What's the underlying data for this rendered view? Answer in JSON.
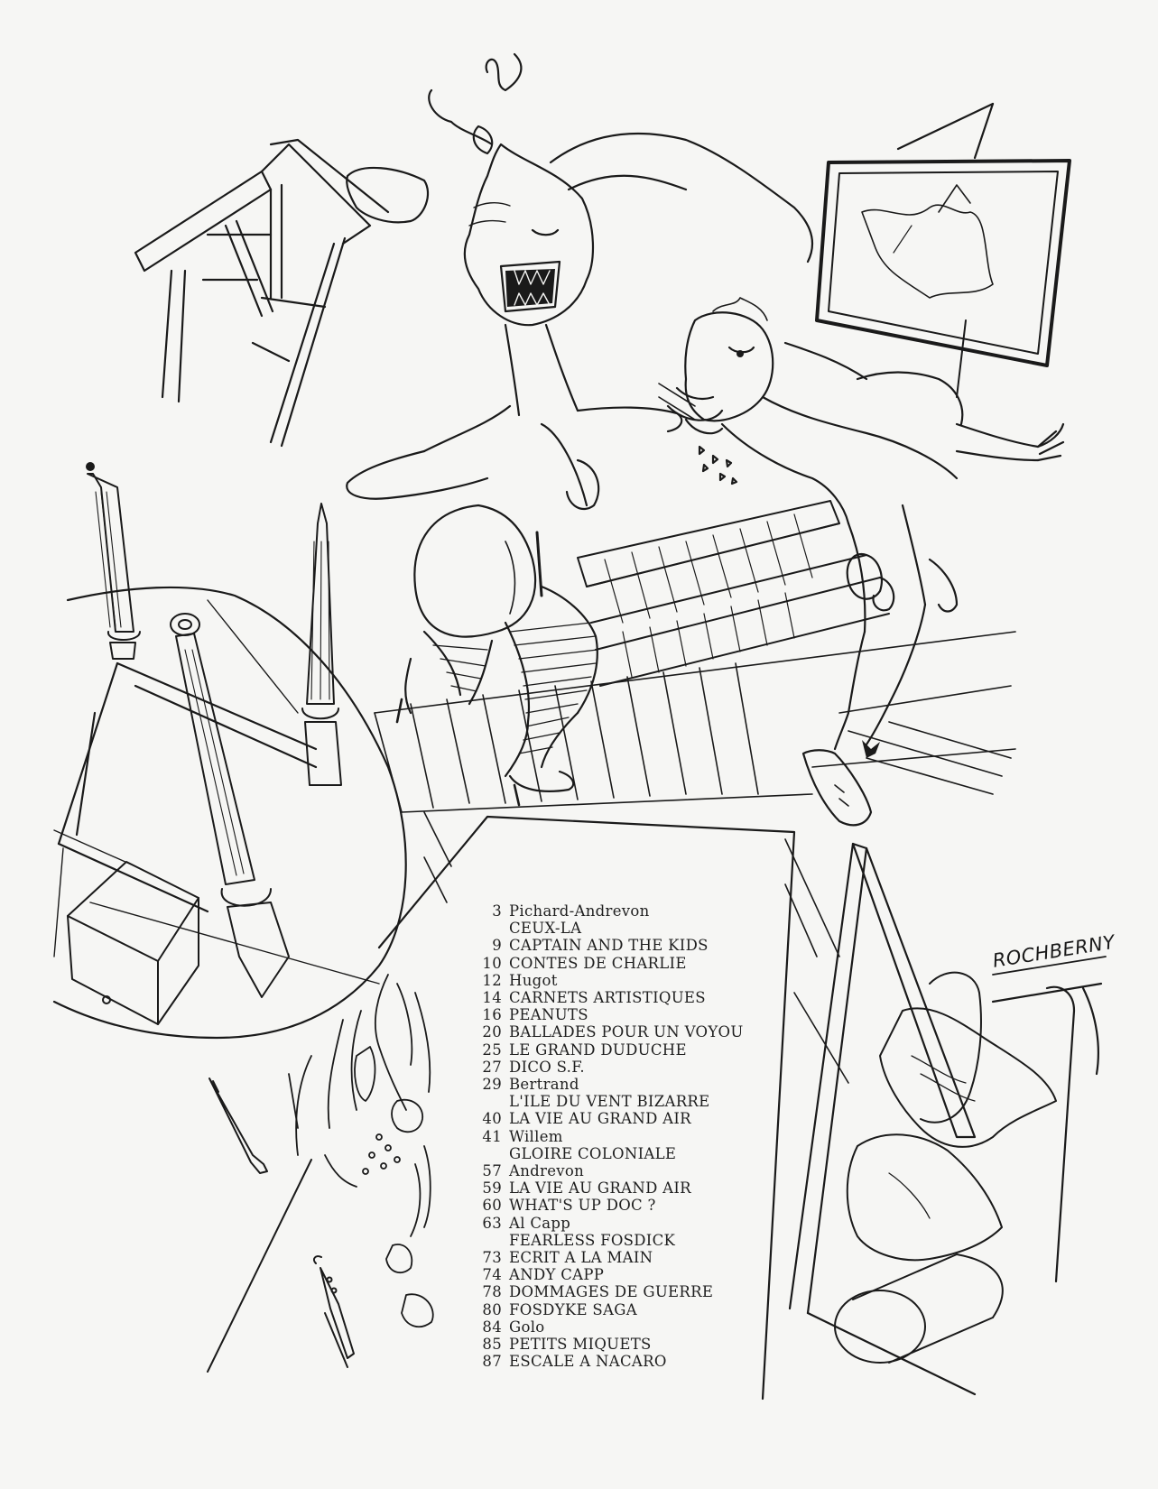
{
  "signature": "ROCHBERNY",
  "contents": [
    {
      "num": "3",
      "title": "Pichard-Andrevon"
    },
    {
      "num": "",
      "title": "CEUX-LA"
    },
    {
      "num": "9",
      "title": "CAPTAIN AND THE KIDS"
    },
    {
      "num": "10",
      "title": "CONTES DE CHARLIE"
    },
    {
      "num": "12",
      "title": "Hugot"
    },
    {
      "num": "14",
      "title": "CARNETS ARTISTIQUES"
    },
    {
      "num": "16",
      "title": "PEANUTS"
    },
    {
      "num": "20",
      "title": "BALLADES POUR UN VOYOU"
    },
    {
      "num": "25",
      "title": "LE GRAND DUDUCHE"
    },
    {
      "num": "27",
      "title": "DICO S.F."
    },
    {
      "num": "29",
      "title": "Bertrand"
    },
    {
      "num": "",
      "title": "L'ILE DU VENT BIZARRE"
    },
    {
      "num": "40",
      "title": "LA VIE AU GRAND AIR"
    },
    {
      "num": "41",
      "title": "Willem"
    },
    {
      "num": "",
      "title": "GLOIRE COLONIALE"
    },
    {
      "num": "57",
      "title": "Andrevon"
    },
    {
      "num": "59",
      "title": "LA VIE AU GRAND AIR"
    },
    {
      "num": "60",
      "title": "WHAT'S UP DOC ?"
    },
    {
      "num": "63",
      "title": "Al  Capp"
    },
    {
      "num": "",
      "title": "FEARLESS FOSDICK"
    },
    {
      "num": "73",
      "title": "ECRIT A LA MAIN"
    },
    {
      "num": "74",
      "title": "ANDY CAPP"
    },
    {
      "num": "78",
      "title": "DOMMAGES DE GUERRE"
    },
    {
      "num": "80",
      "title": "FOSDYKE SAGA"
    },
    {
      "num": "84",
      "title": "Golo"
    },
    {
      "num": "85",
      "title": "PETITS MIQUETS"
    },
    {
      "num": "87",
      "title": "ESCALE A NACARO"
    }
  ]
}
